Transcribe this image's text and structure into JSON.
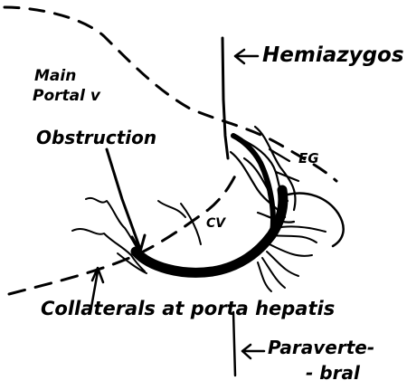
{
  "labels": {
    "hemiazygos": "Hemiazygos",
    "main_portal_line1": "Main",
    "main_portal_line2": "Portal v",
    "obstruction": "Obstruction",
    "eg": "EG",
    "cv": "CV",
    "collaterals": "Collaterals at porta hepatis",
    "paraverte_line1": "Paraverte-",
    "paraverte_line2": "- bral"
  },
  "colors": {
    "ink": "#000000",
    "paper": "#ffffff"
  }
}
